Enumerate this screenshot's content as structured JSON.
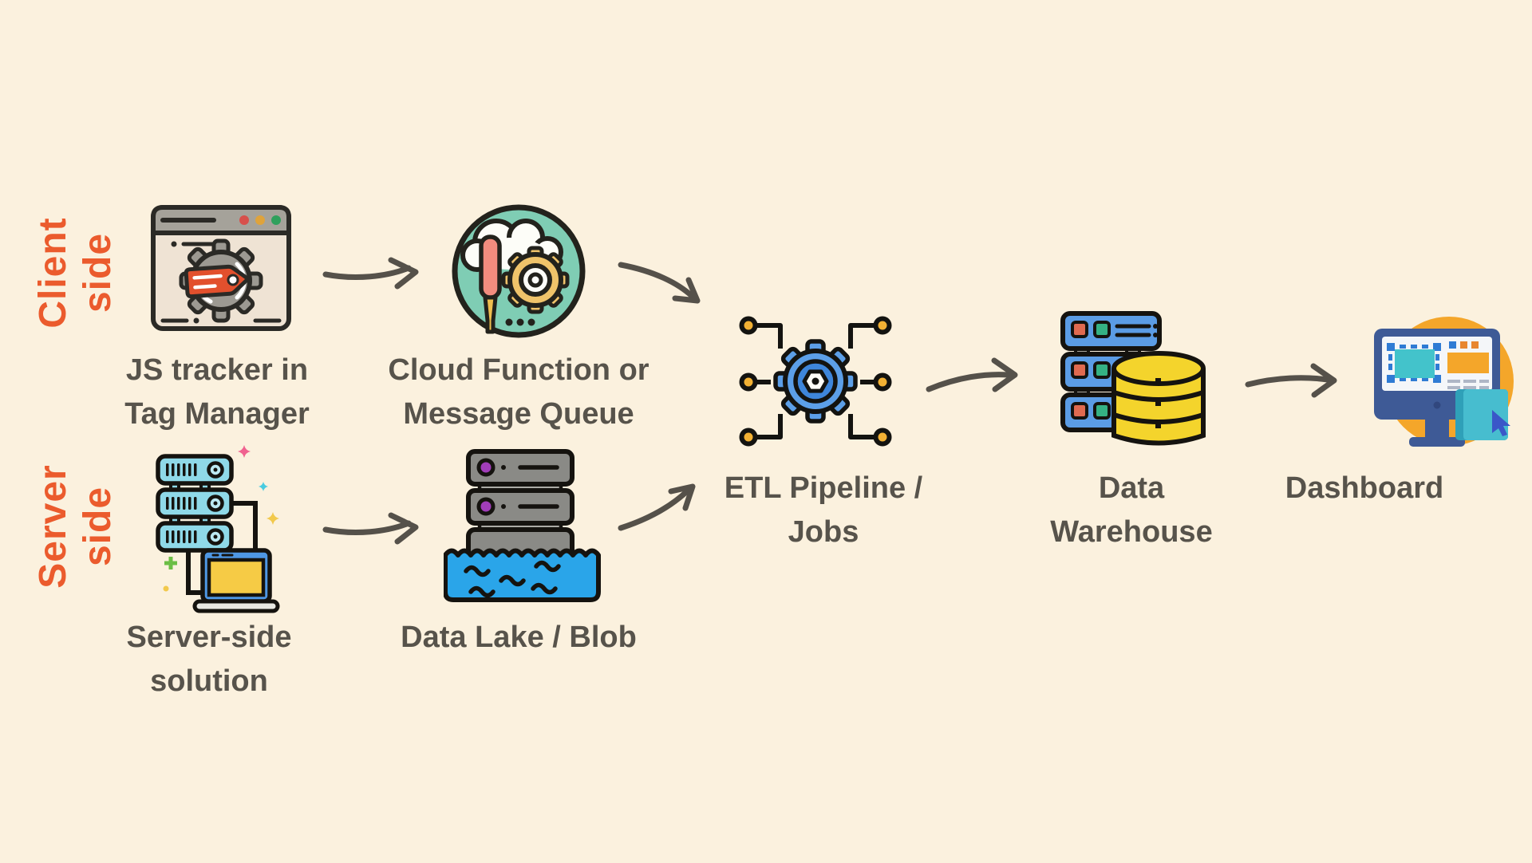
{
  "title": "Analytics data pipeline diagram",
  "colors": {
    "background": "#FBF1DE",
    "lane_label": "#EB5B2D",
    "node_label": "#57534B",
    "arrow": "#55514A",
    "cloud_circle": "#7FCDB4",
    "etl_gear_blue": "#5C9FE8",
    "warehouse_db_yellow": "#F4D42C",
    "dashboard_circle_orange": "#F4A62A",
    "water_blue": "#2AA5E9"
  },
  "lanes": {
    "client": {
      "word1": "Client",
      "word2": "side"
    },
    "server": {
      "word1": "Server",
      "word2": "side"
    }
  },
  "nodes": {
    "js_tracker": {
      "line1": "JS tracker in",
      "line2": "Tag Manager",
      "icon": "browser-gear-tag-icon"
    },
    "cloud_function": {
      "line1": "Cloud Function or",
      "line2": "Message Queue",
      "icon": "cloud-screwdriver-gear-icon"
    },
    "server_solution": {
      "line1": "Server-side",
      "line2": "solution",
      "icon": "server-stack-laptop-icon"
    },
    "data_lake": {
      "line1": "Data Lake / Blob",
      "line2": "",
      "icon": "server-in-water-icon"
    },
    "etl": {
      "line1": "ETL Pipeline /",
      "line2": "Jobs",
      "icon": "gear-network-icon"
    },
    "data_warehouse": {
      "line1": "Data",
      "line2": "Warehouse",
      "icon": "server-database-icon"
    },
    "dashboard": {
      "line1": "Dashboard",
      "line2": "",
      "icon": "monitor-dashboard-icon"
    }
  },
  "edges": [
    {
      "from": "js_tracker",
      "to": "cloud_function"
    },
    {
      "from": "cloud_function",
      "to": "etl"
    },
    {
      "from": "server_solution",
      "to": "data_lake"
    },
    {
      "from": "data_lake",
      "to": "etl"
    },
    {
      "from": "etl",
      "to": "data_warehouse"
    },
    {
      "from": "data_warehouse",
      "to": "dashboard"
    }
  ]
}
